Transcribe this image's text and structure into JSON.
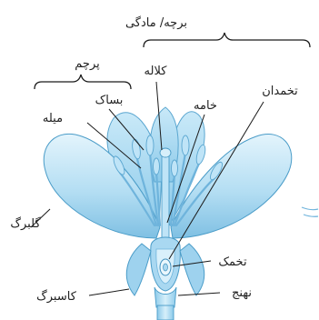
{
  "labels": {
    "pistil": "برچه/ مادگی",
    "stamen": "پرچم",
    "stigma": "کلاله",
    "ovary": "تخمدان",
    "anther": "بساک",
    "style": "خامه",
    "filament": "میله",
    "petal": "گلبرگ",
    "ovule": "تخمک",
    "receptacle": "نهنج",
    "sepal": "کاسبرگ"
  },
  "colors": {
    "petal_light": "#d9f0fb",
    "petal_mid": "#a9d8f1",
    "petal_dark": "#6fb4dc",
    "outline": "#4a9cc8",
    "line": "#1a1a1a"
  }
}
